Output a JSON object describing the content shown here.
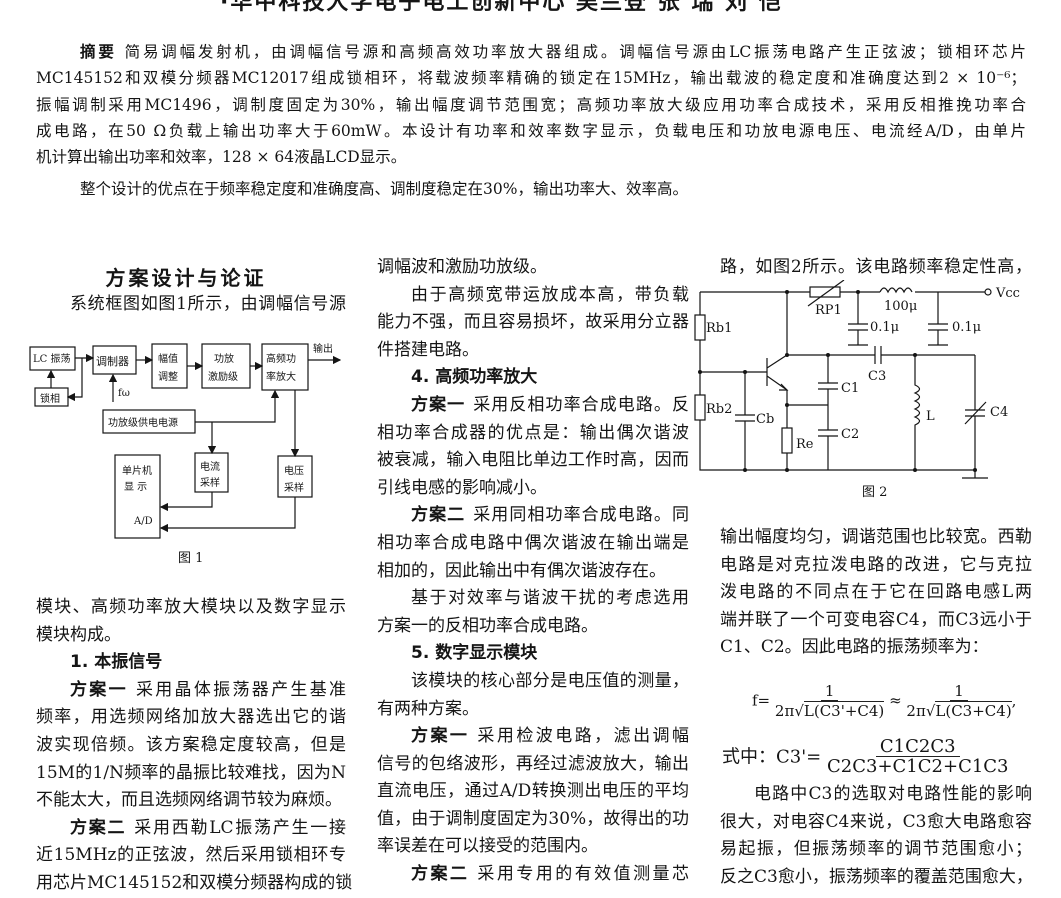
{
  "header": {
    "authors": "·华中科技大学电子电工创新中心  吴兰登  张  瑞  刘  恺"
  },
  "abstract": {
    "label": "摘要",
    "lines": [
      "简易调幅发射机，由调幅信号源和高频高效功率放大器组成。调幅信号源由LC振荡电路产生正弦波；锁相环芯片",
      "MC145152和双模分频器MC12017组成锁相环，将载波频率精确的锁定在15MHz，输出载波的稳定度和准确度达到2 × 10⁻⁶；",
      "振幅调制采用MC1496，调制度固定为30%，输出幅度调节范围宽；高频功率放大级应用功率合成技术，采用反相推挽功率合",
      "成电路，在50 Ω负载上输出功率大于60mW。本设计有功率和效率数字显示，负载电压和功放电源电压、电流经A/D，由单片",
      "机计算出输出功率和效率，128 × 64液晶LCD显示。"
    ],
    "summary": "整个设计的优点在于频率稳定度和准确度高、调制度稳定在30%，输出功率大、效率高。"
  },
  "section_title": "方案设计与论证",
  "col1": {
    "intro": "系统框图如图1所示，由调幅信号源",
    "blocks": [
      {
        "lines": [
          "模块、高频功率放大模块以及数字显示",
          "模块构成。"
        ]
      },
      {
        "heading": "1. 本振信号"
      },
      {
        "lead": "方案一",
        "indent": true,
        "lines": [
          "采用晶体振荡器产生基准",
          "频率，用选频网络加放大器选出它的谐",
          "波实现倍频。该方案稳定度较高，但是",
          "15M的1/N频率的晶振比较难找，因为N",
          "不能太大，而且选频网络调节较为麻烦。"
        ]
      },
      {
        "lead": "方案二",
        "indent": true,
        "lines": [
          "采用西勒LC振荡产生一接",
          "近15MHz的正弦波，然后采用锁相环专",
          "用芯片MC145152和双模分频器构成的锁"
        ]
      }
    ]
  },
  "figure1": {
    "caption": "图 1",
    "blocks": {
      "lc": "LC 振荡",
      "pll": "锁相",
      "mod": "调制器",
      "amp_adj_1": "幅值",
      "amp_adj_2": "调整",
      "driver_1": "功放",
      "driver_2": "激励级",
      "hf_1": "高频功",
      "hf_2": "率放大",
      "output": "输出",
      "f_omega": "fω",
      "supply": "功放级供电电源",
      "cur_1": "电流",
      "cur_2": "采样",
      "vol_1": "电压",
      "vol_2": "采样",
      "mcu_1": "单片机",
      "mcu_2": "显 示",
      "mcu_3": "A/D"
    }
  },
  "col2": {
    "blocks": [
      {
        "lines": [
          "调幅波和激励功放级。"
        ]
      },
      {
        "indent": true,
        "lines": [
          "由于高频宽带运放成本高，带负载",
          "能力不强，而且容易损坏，故采用分立器",
          "件搭建电路。"
        ]
      },
      {
        "heading": "4. 高频功率放大"
      },
      {
        "lead": "方案一",
        "indent": true,
        "lines": [
          "采用反相功率合成电路。反",
          "相功率合成器的优点是：输出偶次谐波",
          "被衰减，输入电阻比单边工作时高，因而",
          "引线电感的影响减小。"
        ]
      },
      {
        "lead": "方案二",
        "indent": true,
        "lines": [
          "采用同相功率合成电路。同",
          "相功率合成电路中偶次谐波在输出端是",
          "相加的，因此输出中有偶次谐波存在。"
        ]
      },
      {
        "indent": true,
        "lines": [
          "基于对效率与谐波干扰的考虑选用",
          "方案一的反相功率合成电路。"
        ]
      },
      {
        "heading": "5. 数字显示模块"
      },
      {
        "indent": true,
        "lines": [
          "该模块的核心部分是电压值的测量，",
          "有两种方案。"
        ]
      },
      {
        "lead": "方案一",
        "indent": true,
        "lines": [
          "采用检波电路，滤出调幅",
          "信号的包络波形，再经过滤波放大，输出",
          "直流电压，通过A/D转换测出电压的平均",
          "值，由于调制度固定为30%，故得出的功",
          "率误差在可以接受的范围内。"
        ]
      },
      {
        "lead": "方案二",
        "indent": true,
        "lines": [
          "采用专用的有效值测量芯"
        ],
        "cont": true
      }
    ]
  },
  "col3": {
    "top": {
      "blocks": [
        {
          "lines": [
            "路，如图2所示。该电路频率稳定性高，"
          ],
          "cont": true
        }
      ]
    },
    "mid": {
      "blocks": [
        {
          "lines": [
            "输出幅度均匀，调谐范围也比较宽。西勒",
            "电路是对克拉泼电路的改进，它与克拉",
            "泼电路的不同点在于它在回路电感L两",
            "端并联了一个可变电容C4，而C3远小于",
            "C1、C2。因此电路的振荡频率为："
          ]
        }
      ]
    },
    "bottom": {
      "blocks": [
        {
          "indent": true,
          "cont": true,
          "lines": [
            "电路中C3的选取对电路性能的影响",
            "很大，对电容C4来说，C3愈大电路愈容",
            "易起振，但振荡频率的调节范围愈小；",
            "反之C3愈小，振荡频率的覆盖范围愈大，"
          ]
        }
      ]
    }
  },
  "figure2": {
    "caption": "图 2",
    "labels": {
      "rp1": "RP1",
      "l100": "100μ",
      "vcc": "Vcc",
      "c01a": "0.1μ",
      "c01b": "0.1μ",
      "rb1": "Rb1",
      "rb2": "Rb2",
      "cb": "Cb",
      "re": "Re",
      "c1": "C1",
      "c2": "C2",
      "c3": "C3",
      "l": "L",
      "c4": "C4"
    }
  },
  "formula": {
    "f_lhs": "f=",
    "num1": "1",
    "two_pi1": "2π",
    "rad1": "L(C3'+C4)",
    "approx": "≈",
    "num2": "1",
    "two_pi2": "2π",
    "rad2": "L(C3+C4)",
    "comma": ",",
    "where": "式中：C3'=",
    "num3": "C1C2C3",
    "den3": "C2C3+C1C2+C1C3"
  }
}
